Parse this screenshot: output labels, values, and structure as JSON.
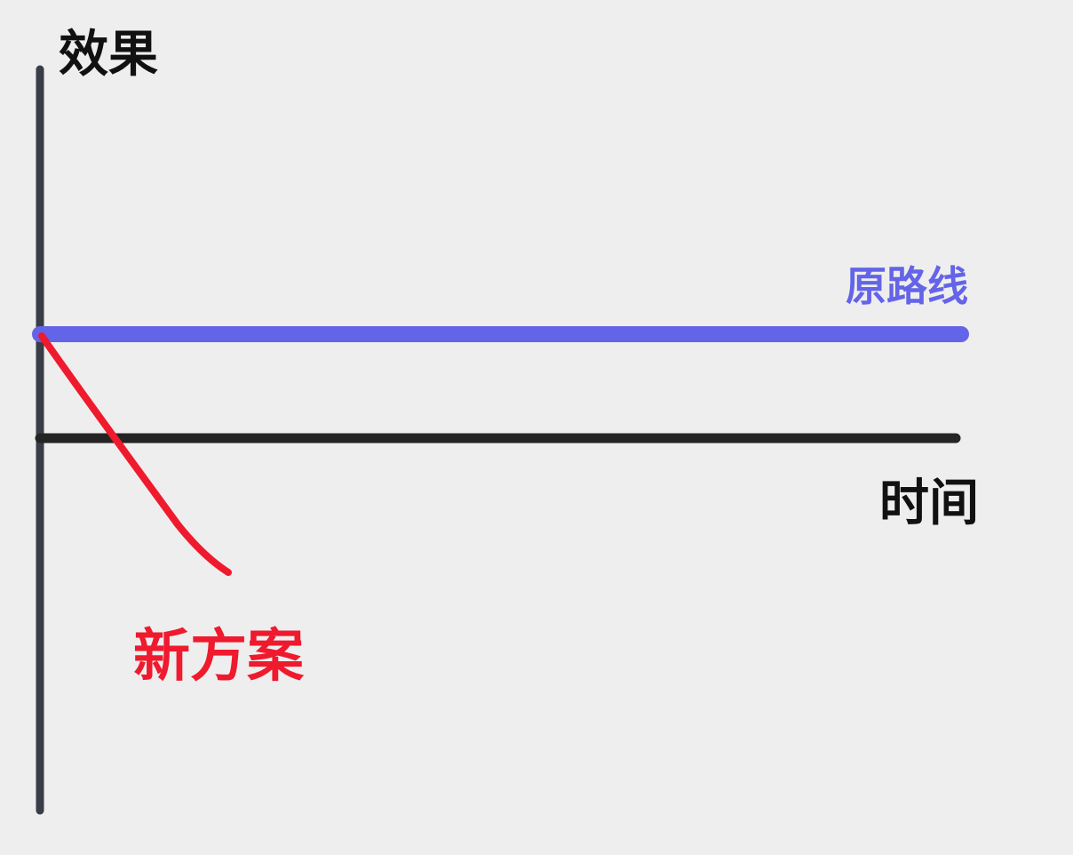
{
  "axes": {
    "y_label": "效果",
    "x_label": "时间"
  },
  "lines": {
    "original": {
      "label": "原路线",
      "color": "#6464e8",
      "trend": "flat"
    },
    "new_plan": {
      "label": "新方案",
      "color": "#ef1a2d",
      "trend": "declining"
    }
  },
  "colors": {
    "background": "#eeeeee",
    "y_axis": "#3a3d47",
    "x_axis": "#242424",
    "axis_label": "#111111"
  }
}
